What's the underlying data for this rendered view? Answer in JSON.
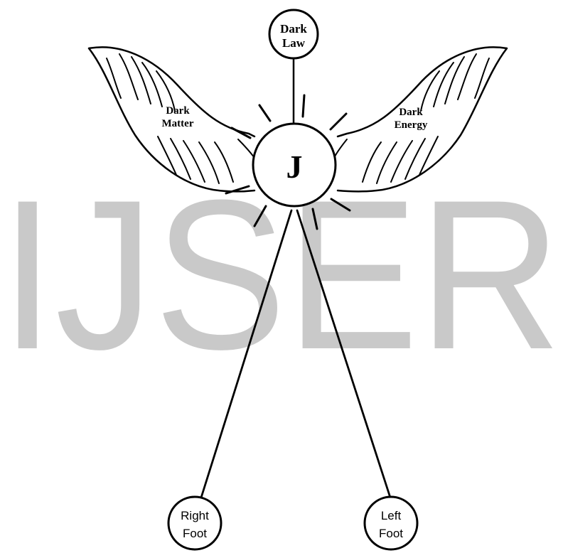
{
  "watermark": {
    "text": "IJSER"
  },
  "center": {
    "label": "J"
  },
  "top_node": {
    "line1": "Dark",
    "line2": "Law"
  },
  "left_wing": {
    "line1": "Dark",
    "line2": "Matter"
  },
  "right_wing": {
    "line1": "Dark",
    "line2": "Energy"
  },
  "right_foot": {
    "line1": "Right",
    "line2": "Foot"
  },
  "left_foot": {
    "line1": "Left",
    "line2": "Foot"
  },
  "colors": {
    "ink": "#000000",
    "watermark": "#c9c9c9",
    "background": "#ffffff"
  }
}
